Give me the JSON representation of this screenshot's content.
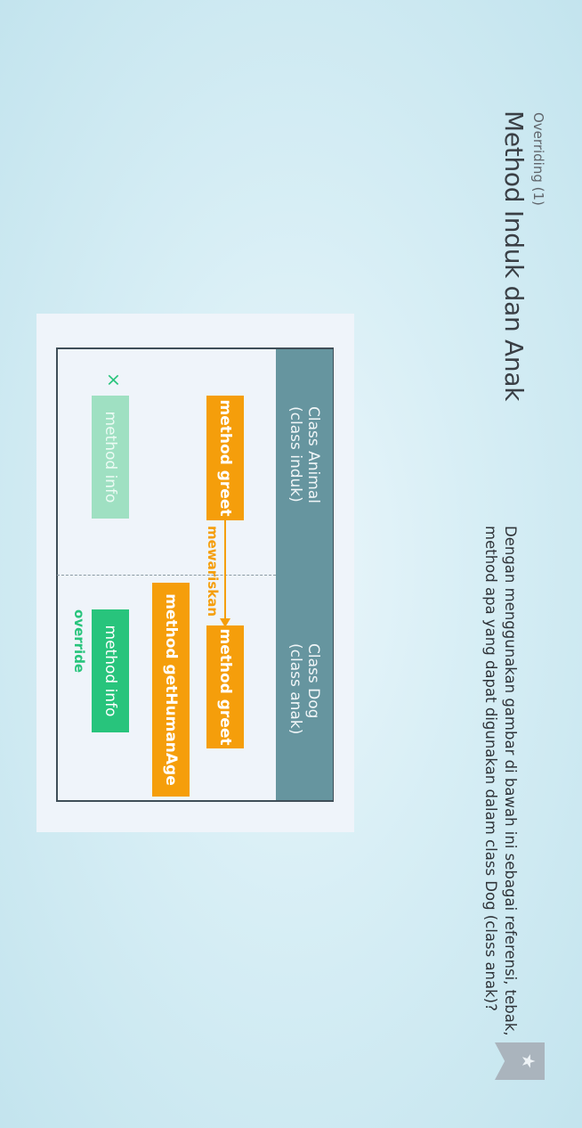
{
  "lesson": {
    "subtitle": "Overriding (1)",
    "title": "Method Induk dan Anak",
    "prompt": "Dengan menggunakan gambar di bawah ini sebagai referensi, tebak, method apa yang dapat digunakan dalam class Dog (class anak)?"
  },
  "bookmark": {
    "icon": "star-icon",
    "glyph": "★"
  },
  "diagram": {
    "parent_header_line1": "Class Animal",
    "parent_header_line2": "(class induk)",
    "child_header_line1": "Class Dog",
    "child_header_line2": "(class anak)",
    "parent_method_greet": "method greet",
    "child_method_greet": "method greet",
    "child_method_human_age": "method getHumanAge",
    "parent_method_info": "method info",
    "child_method_info": "method info",
    "inherit_label": "mewariskan",
    "override_label": "override",
    "cross_mark": "×"
  },
  "colors": {
    "header": "#66959f",
    "inherit": "#f59e0b",
    "override": "#28c47c",
    "overridden_faded": "#9fe0c2"
  }
}
